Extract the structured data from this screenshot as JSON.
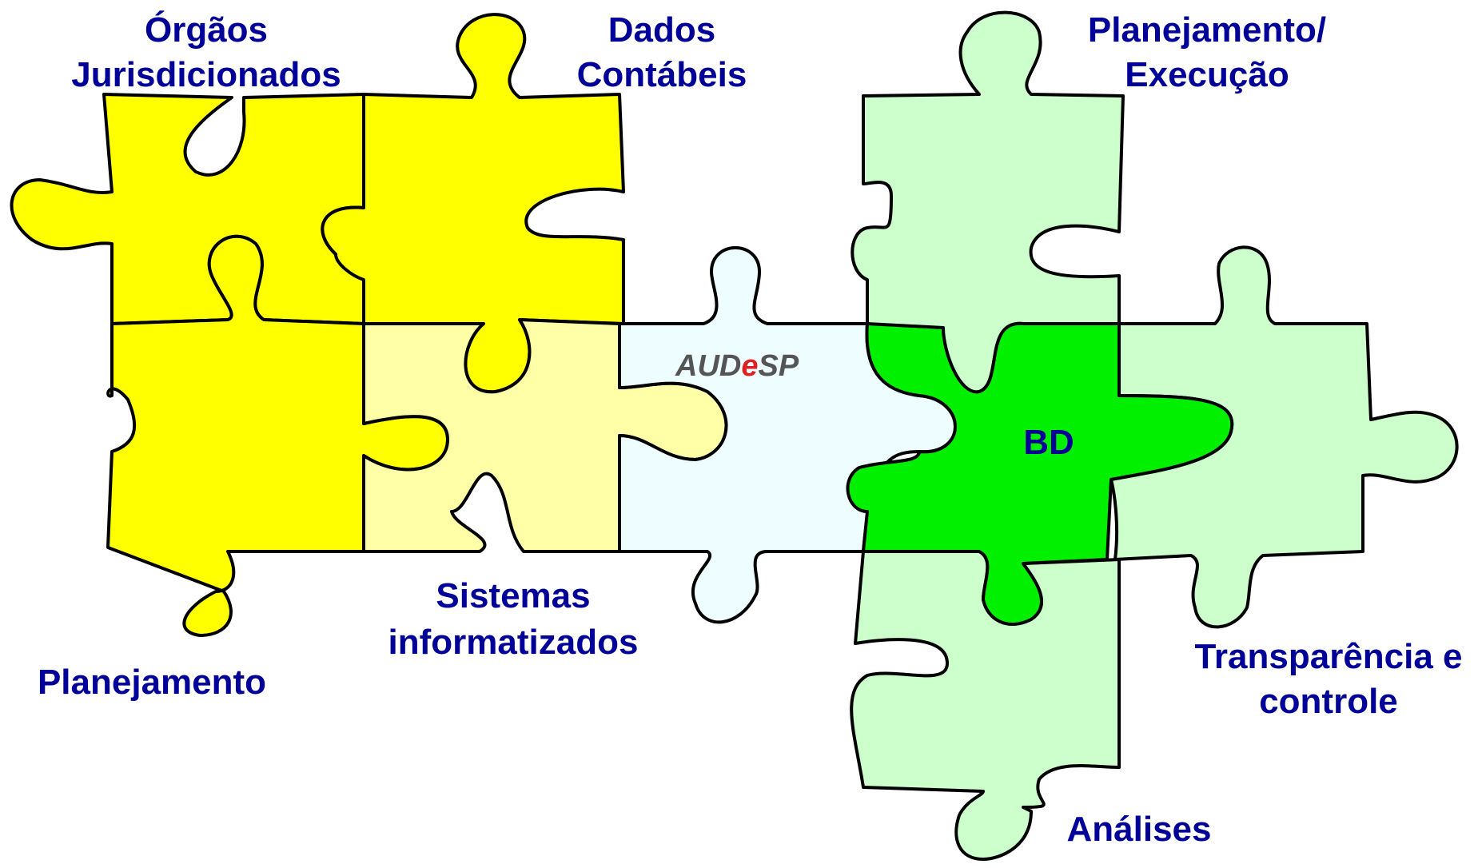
{
  "colors": {
    "yellow": "#ffff00",
    "light_yellow": "#ffffa8",
    "light_cyan": "#eefdff",
    "light_green": "#ccffcc",
    "green": "#00f000",
    "label": "#000099",
    "logo_text": "#555555",
    "logo_e": "#e02020"
  },
  "labels": {
    "orgaos_line1": "Órgãos",
    "orgaos_line2": "Jurisdicionados",
    "dados_line1": "Dados",
    "dados_line2": "Contábeis",
    "planejamento_execucao_line1": "Planejamento/",
    "planejamento_execucao_line2": "Execução",
    "planejamento": "Planejamento",
    "sistemas_line1": "Sistemas",
    "sistemas_line2": "informatizados",
    "transparencia_line1": "Transparência e",
    "transparencia_line2": "controle",
    "analises": "Análises",
    "bd": "BD"
  },
  "logo": {
    "part1": "AUD",
    "part2": "e",
    "part3": "SP"
  }
}
